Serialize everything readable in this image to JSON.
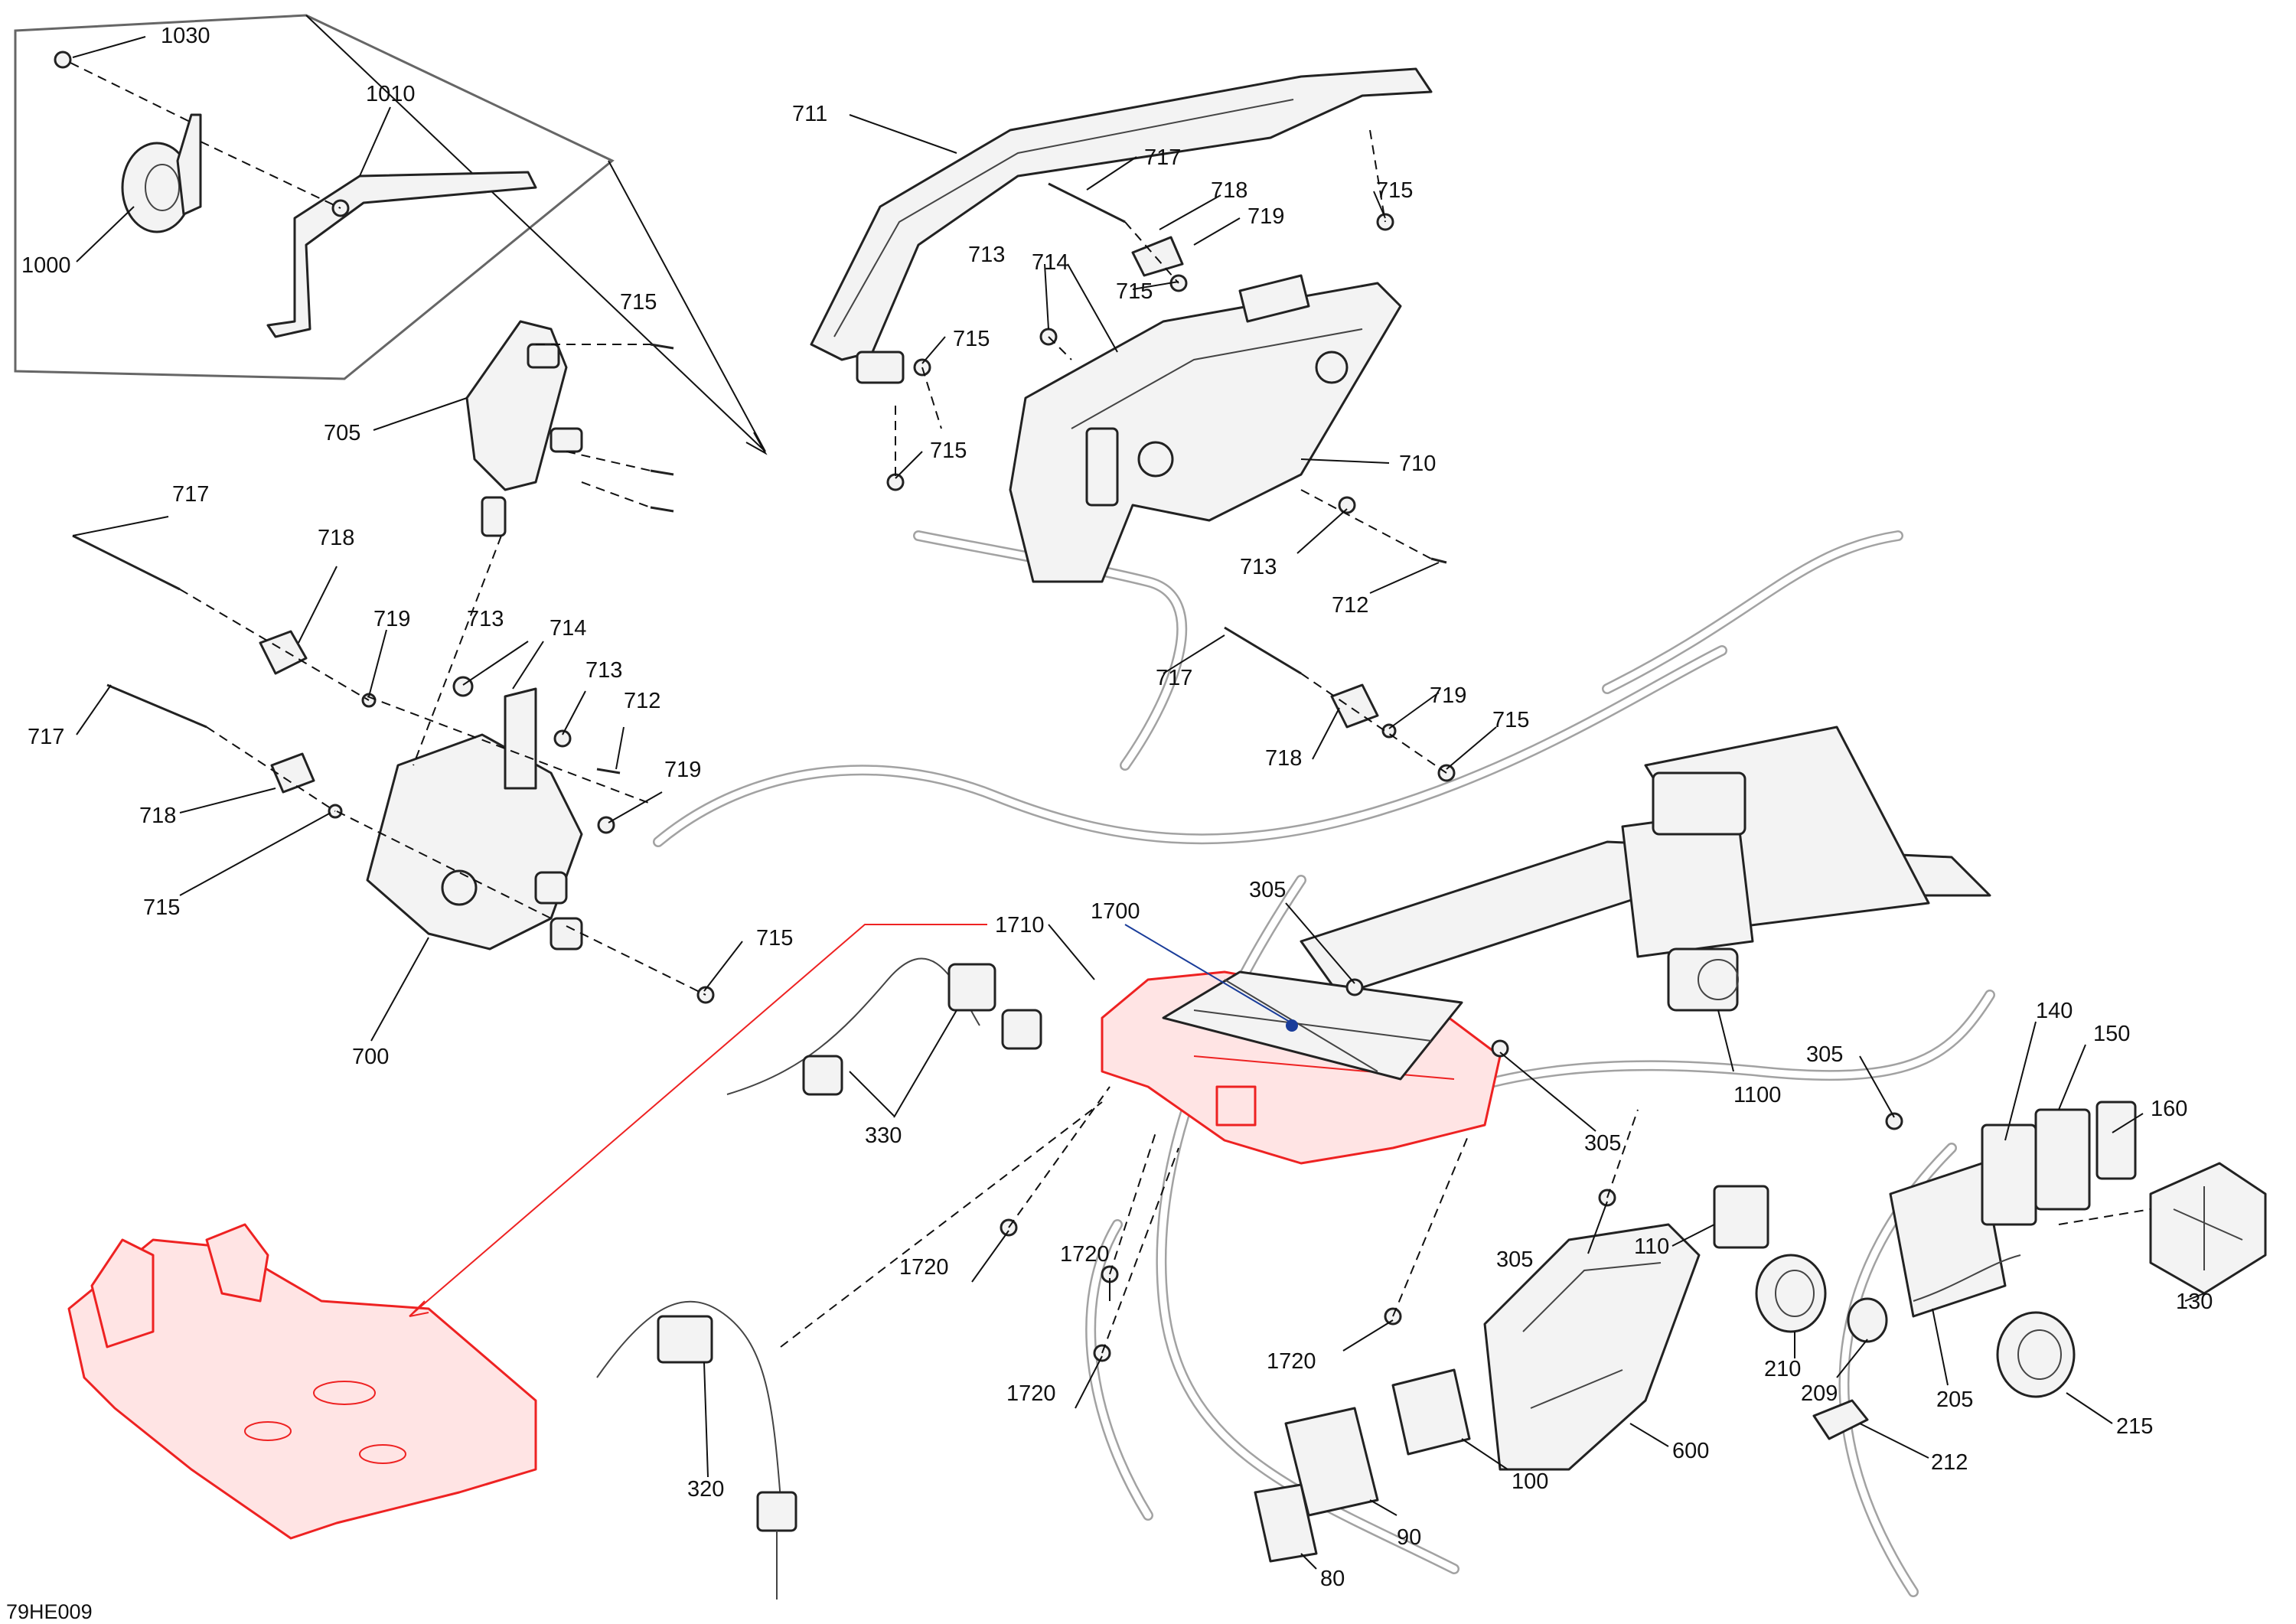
{
  "diagram": {
    "code": "79HE009",
    "callouts": [
      {
        "id": "c1030",
        "label": "1030"
      },
      {
        "id": "c1010",
        "label": "1010"
      },
      {
        "id": "c1000",
        "label": "1000"
      },
      {
        "id": "c711",
        "label": "711"
      },
      {
        "id": "c717a",
        "label": "717"
      },
      {
        "id": "c718a",
        "label": "718"
      },
      {
        "id": "c719a",
        "label": "719"
      },
      {
        "id": "c715a",
        "label": "715"
      },
      {
        "id": "c713a",
        "label": "713"
      },
      {
        "id": "c714a",
        "label": "714"
      },
      {
        "id": "c715b",
        "label": "715"
      },
      {
        "id": "c715c",
        "label": "715"
      },
      {
        "id": "c715d",
        "label": "715"
      },
      {
        "id": "c715e",
        "label": "715"
      },
      {
        "id": "c705",
        "label": "705"
      },
      {
        "id": "c710",
        "label": "710"
      },
      {
        "id": "c713b",
        "label": "713"
      },
      {
        "id": "c712a",
        "label": "712"
      },
      {
        "id": "c717b",
        "label": "717"
      },
      {
        "id": "c718b",
        "label": "718"
      },
      {
        "id": "c719b",
        "label": "719"
      },
      {
        "id": "c713c",
        "label": "713"
      },
      {
        "id": "c714b",
        "label": "714"
      },
      {
        "id": "c713d",
        "label": "713"
      },
      {
        "id": "c712b",
        "label": "712"
      },
      {
        "id": "c717c",
        "label": "717"
      },
      {
        "id": "c715f",
        "label": "715"
      },
      {
        "id": "c718c",
        "label": "718"
      },
      {
        "id": "c719c",
        "label": "719"
      },
      {
        "id": "c717d",
        "label": "717"
      },
      {
        "id": "c719d",
        "label": "719"
      },
      {
        "id": "c718d",
        "label": "718"
      },
      {
        "id": "c715g",
        "label": "715"
      },
      {
        "id": "c715h",
        "label": "715"
      },
      {
        "id": "c700",
        "label": "700"
      },
      {
        "id": "c1710",
        "label": "1710"
      },
      {
        "id": "c1700",
        "label": "1700"
      },
      {
        "id": "c305a",
        "label": "305"
      },
      {
        "id": "c305b",
        "label": "305"
      },
      {
        "id": "c305c",
        "label": "305"
      },
      {
        "id": "c305d",
        "label": "305"
      },
      {
        "id": "c330",
        "label": "330"
      },
      {
        "id": "c1100",
        "label": "1100"
      },
      {
        "id": "c140",
        "label": "140"
      },
      {
        "id": "c150",
        "label": "150"
      },
      {
        "id": "c160",
        "label": "160"
      },
      {
        "id": "c110",
        "label": "110"
      },
      {
        "id": "c130",
        "label": "130"
      },
      {
        "id": "c1720a",
        "label": "1720"
      },
      {
        "id": "c1720b",
        "label": "1720"
      },
      {
        "id": "c1720c",
        "label": "1720"
      },
      {
        "id": "c1720d",
        "label": "1720"
      },
      {
        "id": "c210",
        "label": "210"
      },
      {
        "id": "c205",
        "label": "205"
      },
      {
        "id": "c209",
        "label": "209"
      },
      {
        "id": "c215",
        "label": "215"
      },
      {
        "id": "c212",
        "label": "212"
      },
      {
        "id": "c600",
        "label": "600"
      },
      {
        "id": "c100",
        "label": "100"
      },
      {
        "id": "c90",
        "label": "90"
      },
      {
        "id": "c80",
        "label": "80"
      },
      {
        "id": "c320",
        "label": "320"
      }
    ]
  }
}
